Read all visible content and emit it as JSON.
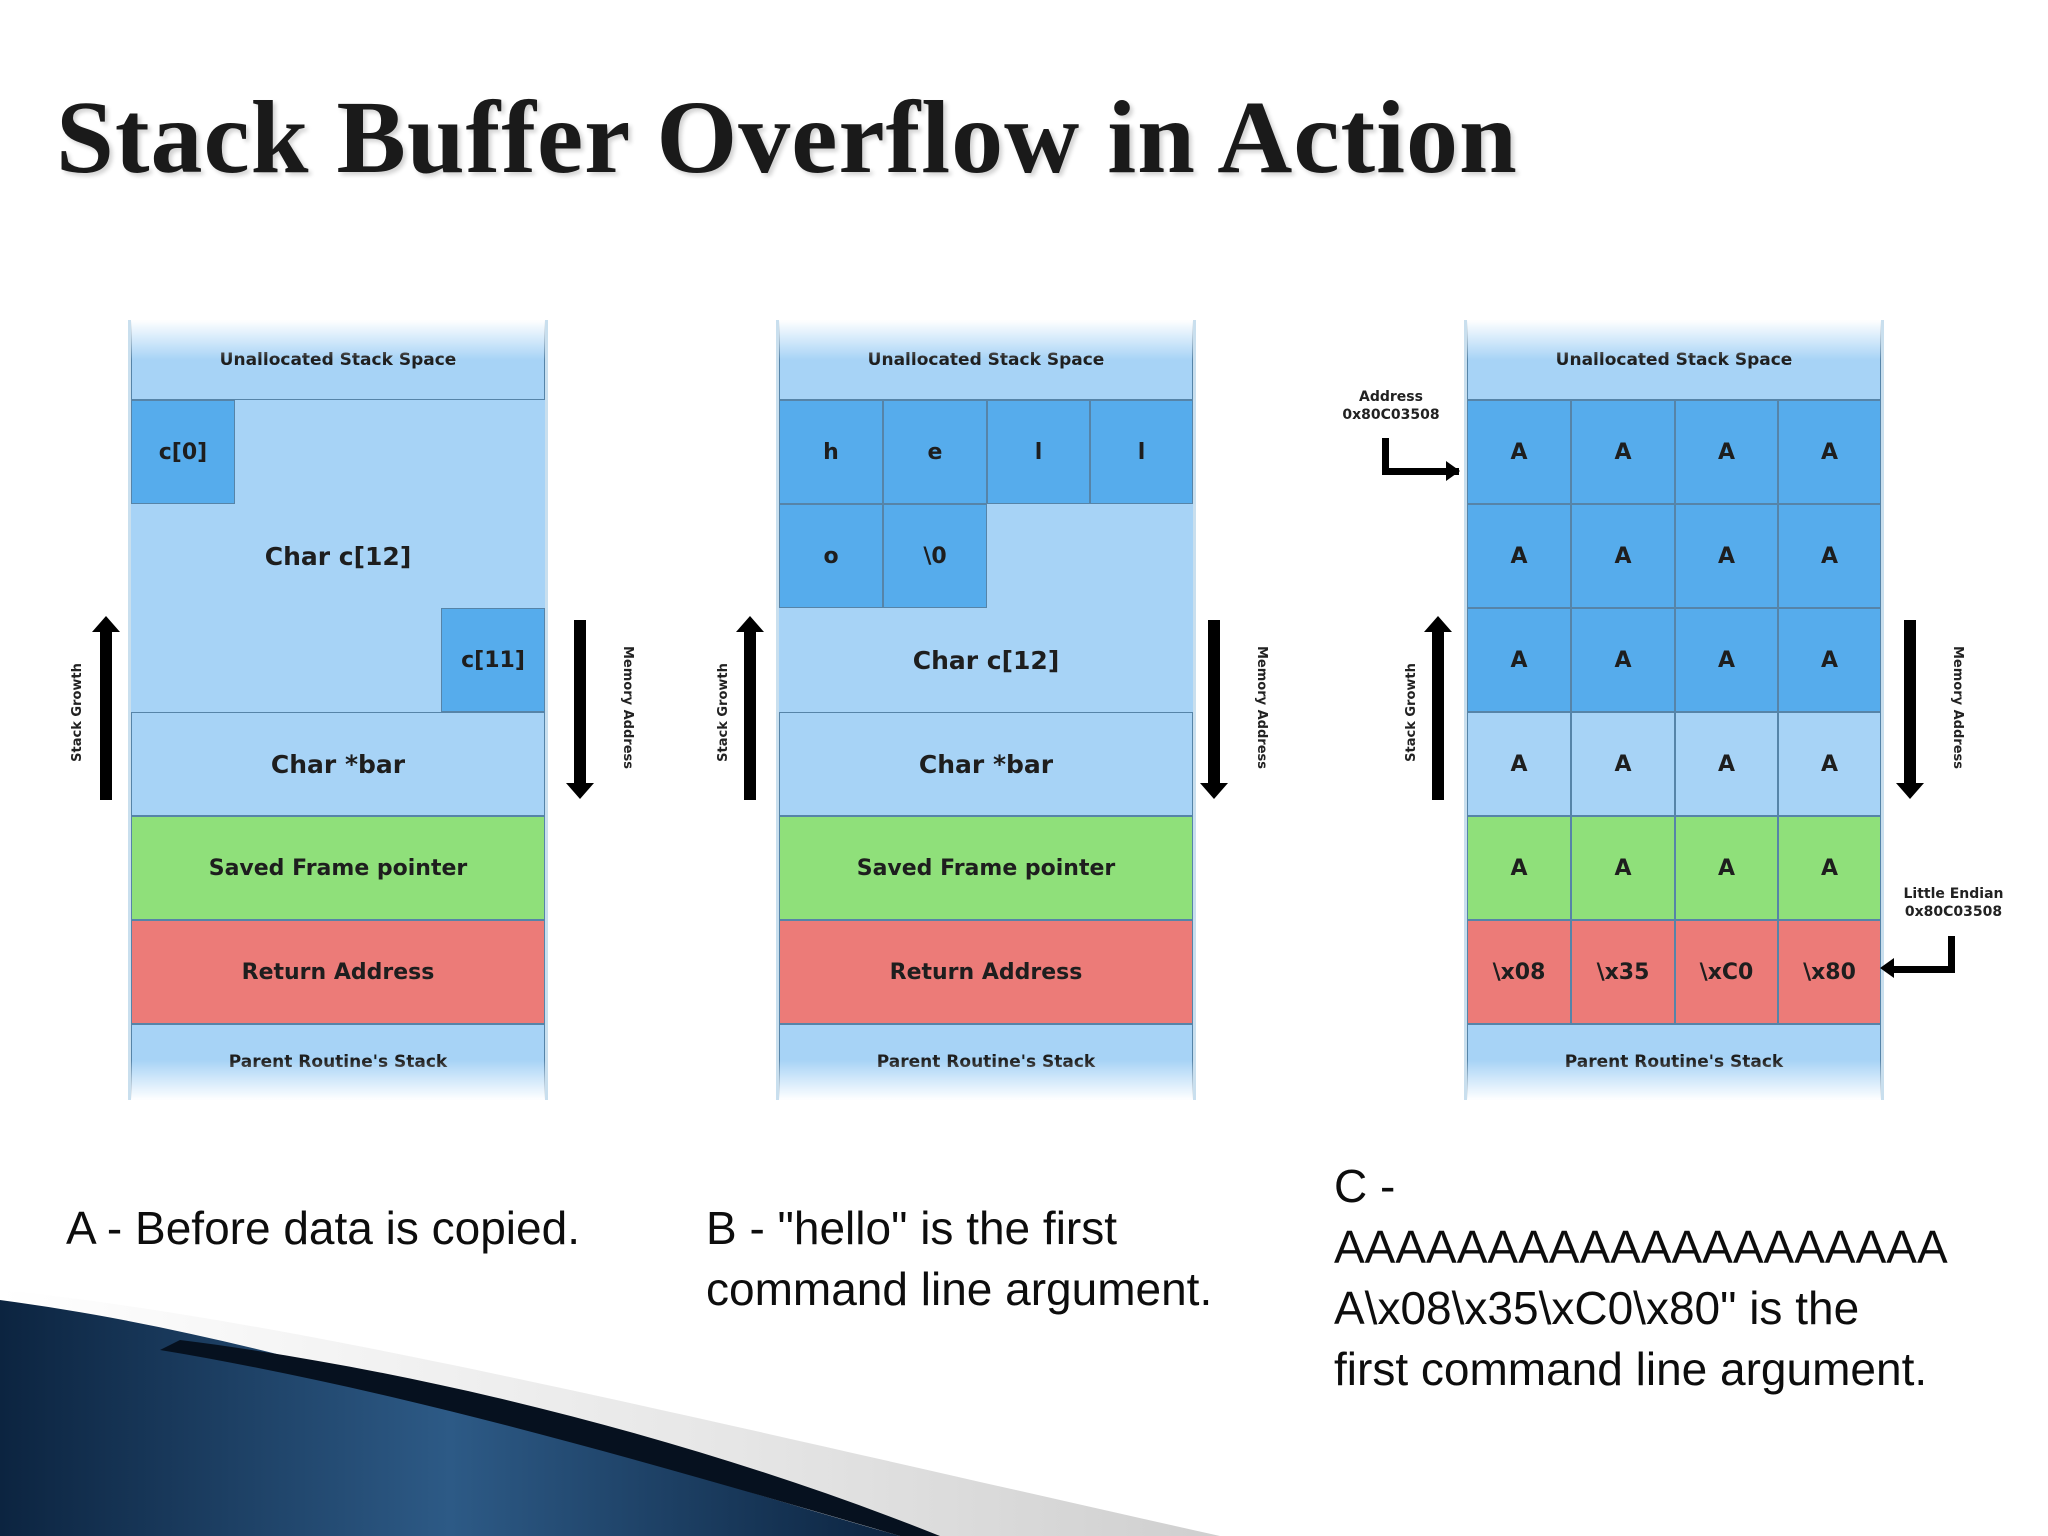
{
  "slide": {
    "title": "Stack Buffer Overflow in Action"
  },
  "panel_a": {
    "unallocated": "Unallocated Stack Space",
    "c0": "c[0]",
    "buffer": "Char c[12]",
    "c11": "c[11]",
    "bar": "Char *bar",
    "frame_pointer": "Saved Frame pointer",
    "return_address": "Return Address",
    "parent_stack": "Parent Routine's Stack",
    "stack_growth": "Stack Growth",
    "memory_address": "Memory Address"
  },
  "panel_b": {
    "unallocated": "Unallocated Stack Space",
    "row1": [
      "h",
      "e",
      "l",
      "l"
    ],
    "row2": [
      "o",
      "\\0"
    ],
    "buffer": "Char c[12]",
    "bar": "Char *bar",
    "frame_pointer": "Saved Frame pointer",
    "return_address": "Return Address",
    "parent_stack": "Parent Routine's Stack",
    "stack_growth": "Stack Growth",
    "memory_address": "Memory Address"
  },
  "panel_c": {
    "unallocated": "Unallocated Stack Space",
    "buffer_rows": [
      [
        "A",
        "A",
        "A",
        "A"
      ],
      [
        "A",
        "A",
        "A",
        "A"
      ],
      [
        "A",
        "A",
        "A",
        "A"
      ]
    ],
    "bar_row": [
      "A",
      "A",
      "A",
      "A"
    ],
    "frame_row": [
      "A",
      "A",
      "A",
      "A"
    ],
    "return_row": [
      "\\x08",
      "\\x35",
      "\\xC0",
      "\\x80"
    ],
    "parent_stack": "Parent Routine's Stack",
    "stack_growth": "Stack Growth",
    "memory_address": "Memory Address",
    "address_label": "Address",
    "address_value": "0x80C03508",
    "endian_label": "Little Endian",
    "endian_value": "0x80C03508"
  },
  "captions": {
    "a": "A - Before data is copied.",
    "b": "B - \"hello\" is the first command line argument.",
    "c_lines": [
      "C -",
      "AAAAAAAAAAAAAAAAAAAA",
      "A\\x08\\x35\\xC0\\x80\" is the",
      "first command line argument."
    ]
  },
  "colors": {
    "unallocated_blue": "#a7d3f6",
    "filled_blue": "#56acec",
    "frame_pointer_green": "#8fe07a",
    "return_address_red": "#ec7b78",
    "decor_navy": "#0e2a47"
  }
}
